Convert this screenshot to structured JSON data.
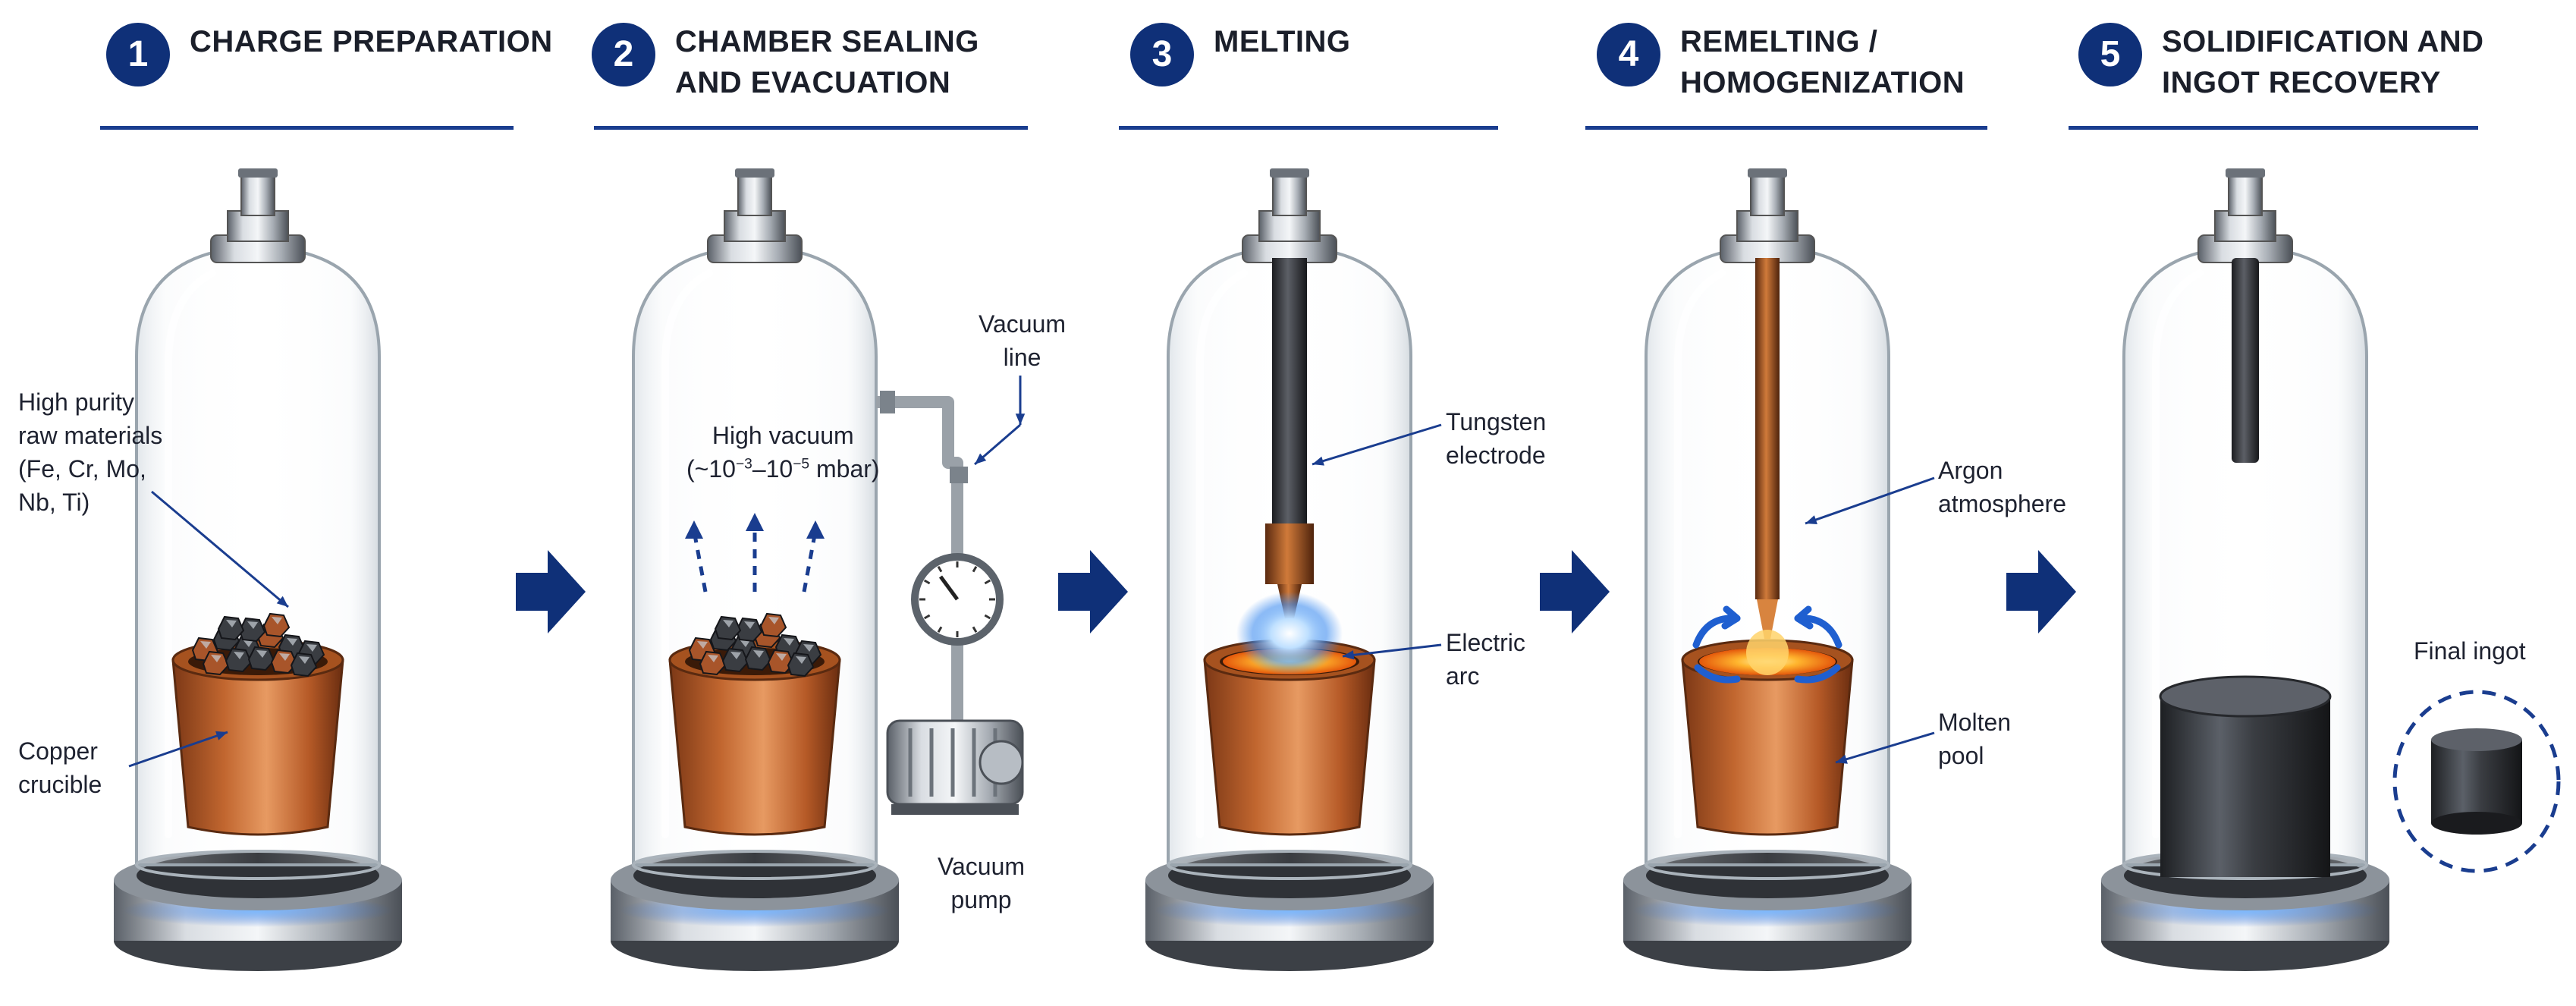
{
  "steps": [
    {
      "number": "1",
      "title_lines": [
        "CHARGE PREPARATION"
      ]
    },
    {
      "number": "2",
      "title_lines": [
        "CHAMBER SEALING",
        "AND EVACUATION"
      ]
    },
    {
      "number": "3",
      "title_lines": [
        "MELTING"
      ]
    },
    {
      "number": "4",
      "title_lines": [
        "REMELTING /",
        "HOMOGENIZATION"
      ]
    },
    {
      "number": "5",
      "title_lines": [
        "SOLIDIFICATION AND",
        "INGOT RECOVERY"
      ]
    }
  ],
  "labels": {
    "raw_materials": [
      "High purity",
      "raw materials",
      "(Fe, Cr, Mo,",
      "Nb, Ti)"
    ],
    "crucible": [
      "Copper",
      "crucible"
    ],
    "high_vacuum": {
      "line1": "High vacuum",
      "line2_prefix": "(~10",
      "exp1": "−3",
      "mid": "–10",
      "exp2": "−5",
      "suffix": " mbar)"
    },
    "vacuum_line": [
      "Vacuum",
      "line"
    ],
    "vacuum_pump": [
      "Vacuum",
      "pump"
    ],
    "tungsten_electrode": [
      "Tungsten",
      "electrode"
    ],
    "electric_arc": [
      "Electric",
      "arc"
    ],
    "argon_atmosphere": [
      "Argon",
      "atmosphere"
    ],
    "molten_pool": [
      "Molten",
      "pool"
    ],
    "final_ingot": [
      "Final ingot"
    ]
  },
  "colors": {
    "accent_navy": "#0f3078",
    "rule_blue": "#1a3d8f",
    "copper": "#c1662f",
    "glow_blue": "#3f8df0",
    "molten_orange": "#ff9a1f"
  }
}
